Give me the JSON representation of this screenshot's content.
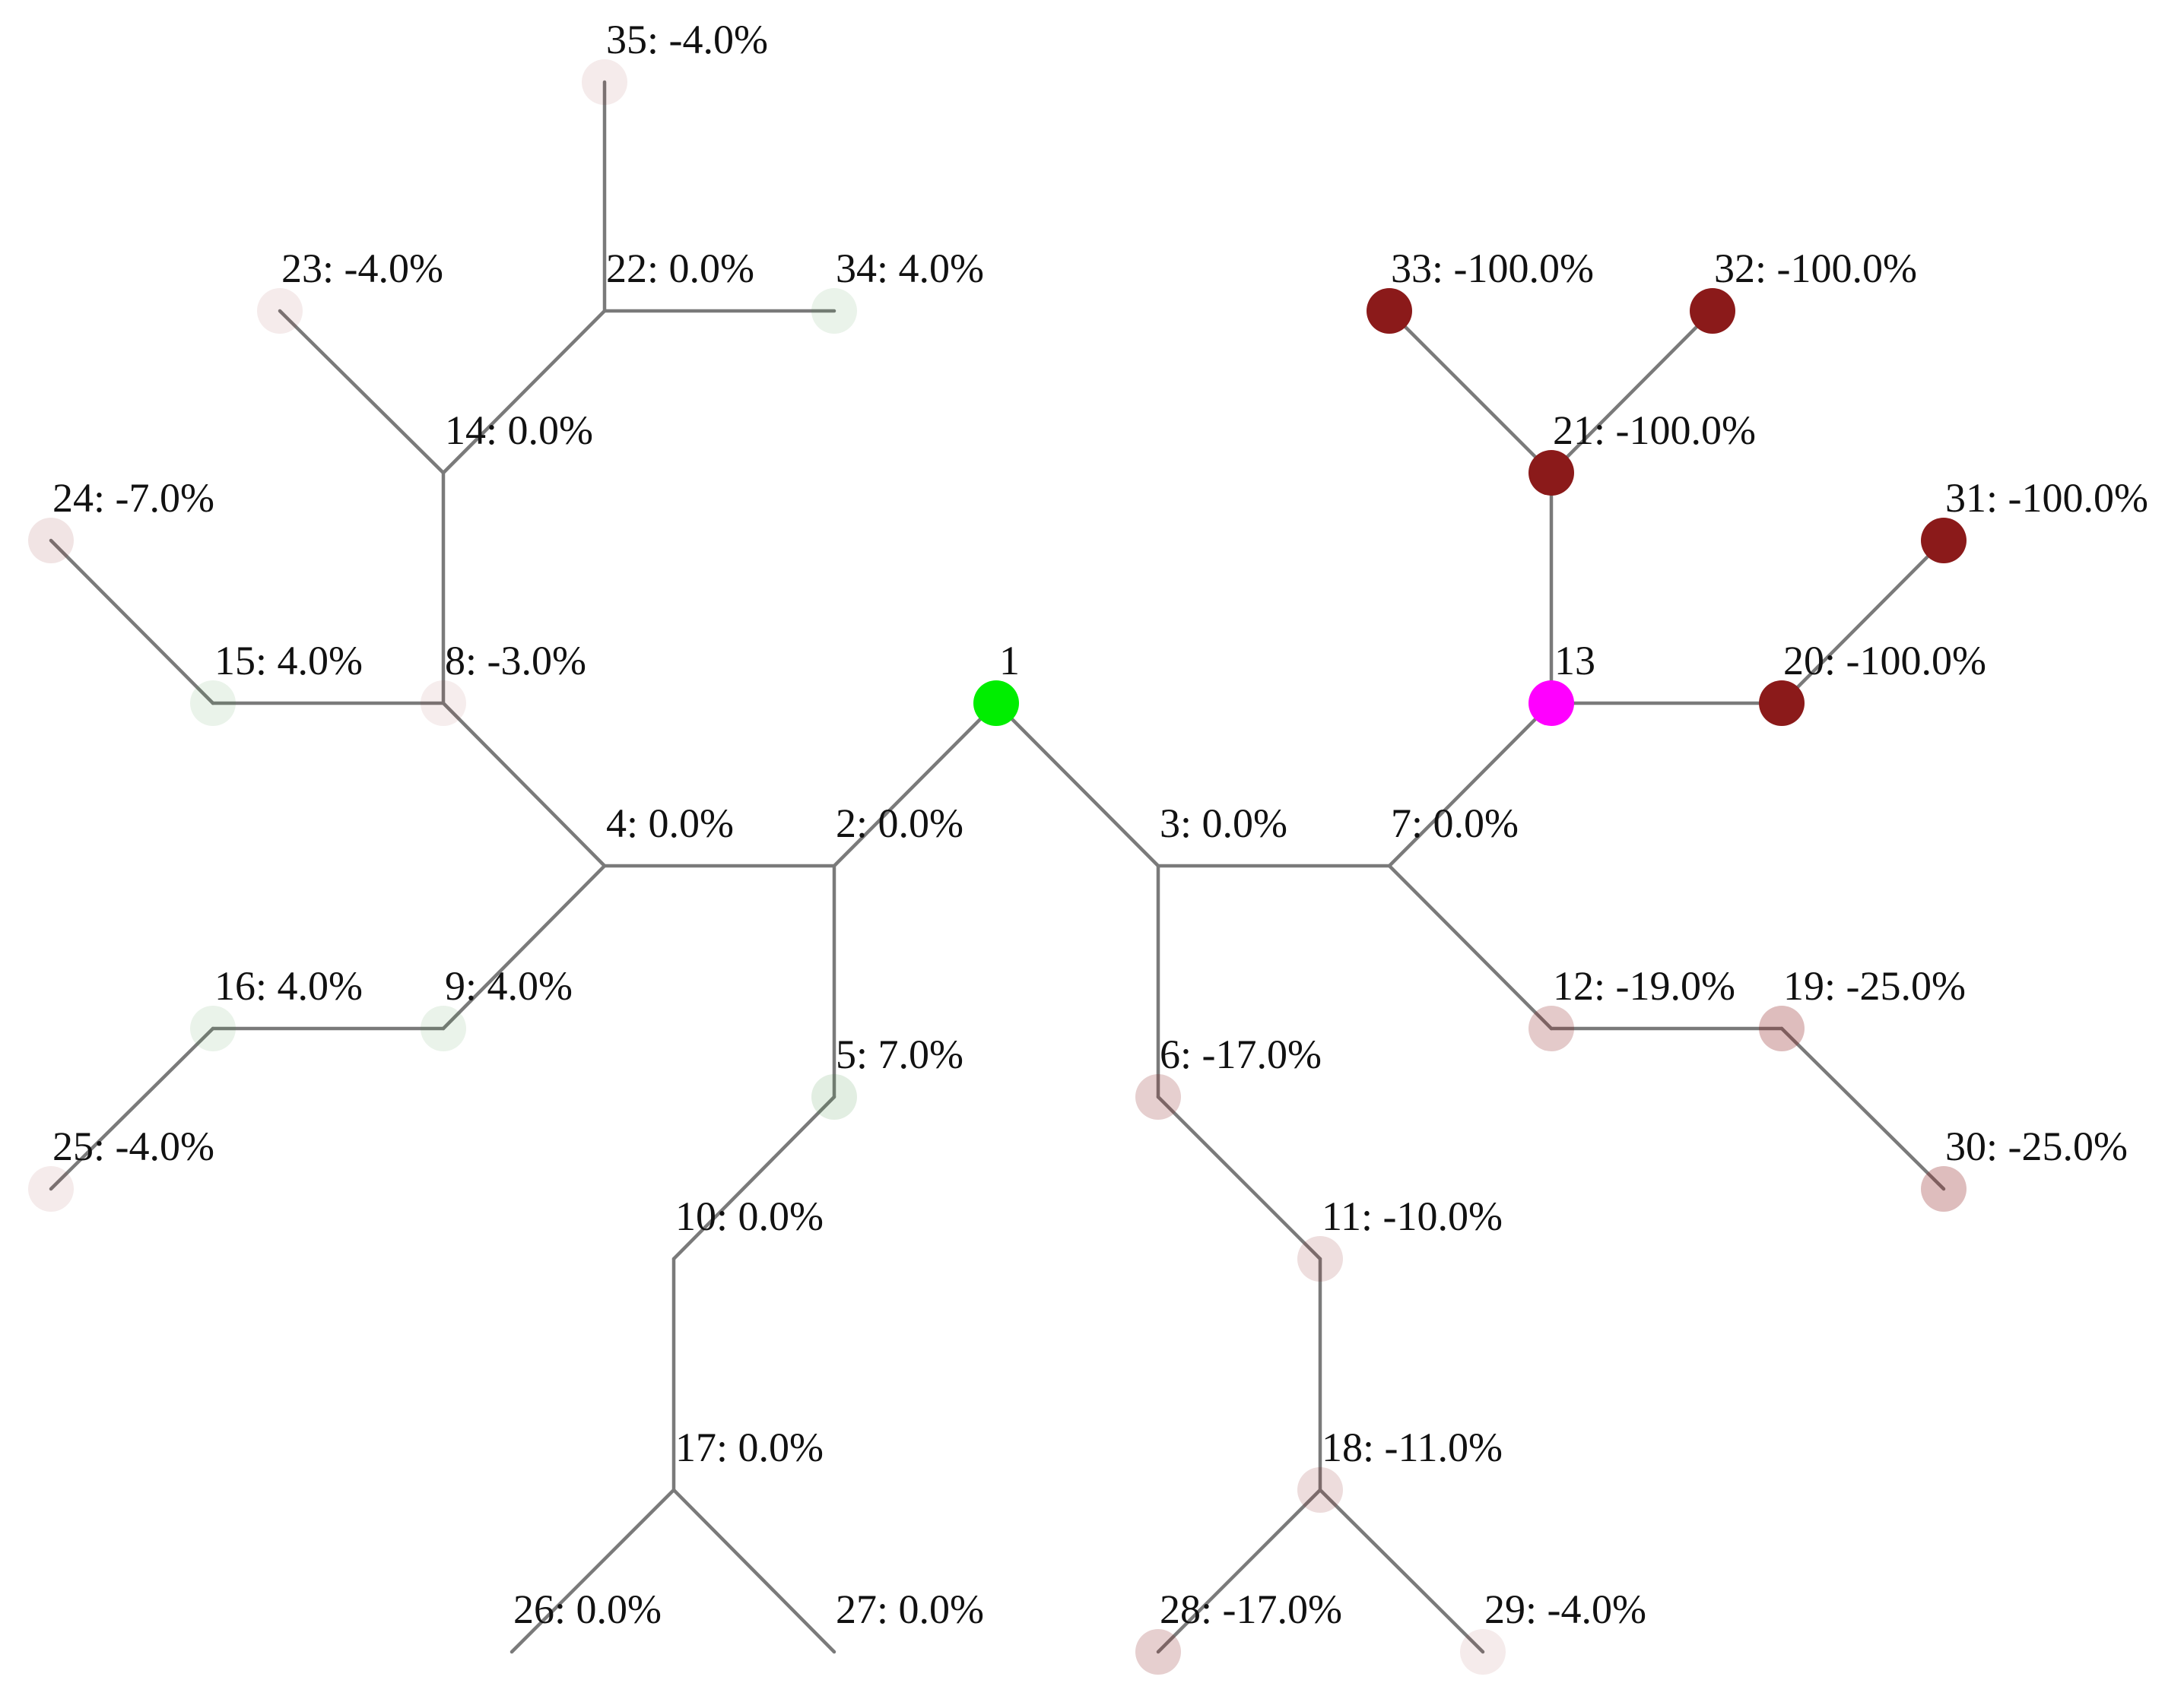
{
  "nodes": [
    {
      "id": "1",
      "label": "1",
      "value": null,
      "role": "root"
    },
    {
      "id": "2",
      "label": "2: 0.0%",
      "value": 0
    },
    {
      "id": "3",
      "label": "3: 0.0%",
      "value": 0
    },
    {
      "id": "4",
      "label": "4: 0.0%",
      "value": 0
    },
    {
      "id": "5",
      "label": "5: 7.0%",
      "value": 7
    },
    {
      "id": "6",
      "label": "6: -17.0%",
      "value": -17
    },
    {
      "id": "7",
      "label": "7: 0.0%",
      "value": 0
    },
    {
      "id": "8",
      "label": "8: -3.0%",
      "value": -3
    },
    {
      "id": "9",
      "label": "9: 4.0%",
      "value": 4
    },
    {
      "id": "10",
      "label": "10: 0.0%",
      "value": 0
    },
    {
      "id": "11",
      "label": "11: -10.0%",
      "value": -10
    },
    {
      "id": "12",
      "label": "12: -19.0%",
      "value": -19
    },
    {
      "id": "13",
      "label": "13",
      "value": null,
      "role": "highlight"
    },
    {
      "id": "14",
      "label": "14: 0.0%",
      "value": 0
    },
    {
      "id": "15",
      "label": "15: 4.0%",
      "value": 4
    },
    {
      "id": "16",
      "label": "16: 4.0%",
      "value": 4
    },
    {
      "id": "17",
      "label": "17: 0.0%",
      "value": 0
    },
    {
      "id": "18",
      "label": "18: -11.0%",
      "value": -11
    },
    {
      "id": "19",
      "label": "19: -25.0%",
      "value": -25
    },
    {
      "id": "20",
      "label": "20: -100.0%",
      "value": -100
    },
    {
      "id": "21",
      "label": "21: -100.0%",
      "value": -100
    },
    {
      "id": "22",
      "label": "22: 0.0%",
      "value": 0
    },
    {
      "id": "23",
      "label": "23: -4.0%",
      "value": -4
    },
    {
      "id": "24",
      "label": "24: -7.0%",
      "value": -7
    },
    {
      "id": "25",
      "label": "25: -4.0%",
      "value": -4
    },
    {
      "id": "26",
      "label": "26: 0.0%",
      "value": 0
    },
    {
      "id": "27",
      "label": "27: 0.0%",
      "value": 0
    },
    {
      "id": "28",
      "label": "28: -17.0%",
      "value": -17
    },
    {
      "id": "29",
      "label": "29: -4.0%",
      "value": -4
    },
    {
      "id": "30",
      "label": "30: -25.0%",
      "value": -25
    },
    {
      "id": "31",
      "label": "31: -100.0%",
      "value": -100
    },
    {
      "id": "32",
      "label": "32: -100.0%",
      "value": -100
    },
    {
      "id": "33",
      "label": "33: -100.0%",
      "value": -100
    },
    {
      "id": "34",
      "label": "34: 4.0%",
      "value": 4
    },
    {
      "id": "35",
      "label": "35: -4.0%",
      "value": -4
    }
  ],
  "edges": [
    [
      "1",
      "2"
    ],
    [
      "1",
      "3"
    ],
    [
      "2",
      "4"
    ],
    [
      "2",
      "5"
    ],
    [
      "3",
      "6"
    ],
    [
      "3",
      "7"
    ],
    [
      "4",
      "8"
    ],
    [
      "4",
      "9"
    ],
    [
      "5",
      "10"
    ],
    [
      "6",
      "11"
    ],
    [
      "7",
      "12"
    ],
    [
      "7",
      "13"
    ],
    [
      "8",
      "14"
    ],
    [
      "8",
      "15"
    ],
    [
      "9",
      "16"
    ],
    [
      "10",
      "17"
    ],
    [
      "11",
      "18"
    ],
    [
      "12",
      "19"
    ],
    [
      "13",
      "20"
    ],
    [
      "13",
      "21"
    ],
    [
      "14",
      "22"
    ],
    [
      "14",
      "23"
    ],
    [
      "15",
      "24"
    ],
    [
      "16",
      "25"
    ],
    [
      "17",
      "26"
    ],
    [
      "17",
      "27"
    ],
    [
      "18",
      "28"
    ],
    [
      "18",
      "29"
    ],
    [
      "19",
      "30"
    ],
    [
      "20",
      "31"
    ],
    [
      "21",
      "32"
    ],
    [
      "21",
      "33"
    ],
    [
      "22",
      "34"
    ],
    [
      "22",
      "35"
    ]
  ],
  "colors": {
    "root": "#00ee00",
    "highlight": "#ff00ff",
    "positive": "#3a8a3a",
    "negative": "#8b1a1a",
    "edge": "#7a7a7a"
  }
}
